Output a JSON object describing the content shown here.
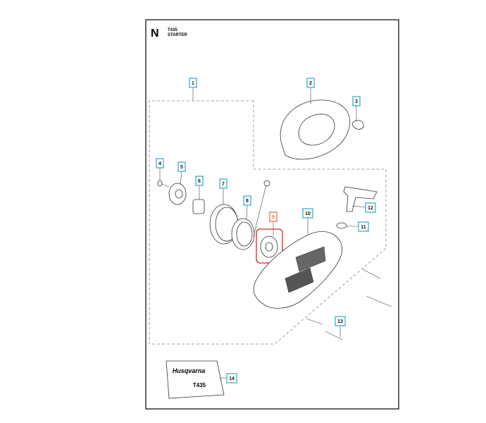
{
  "header": {
    "section_letter": "N",
    "model": "T435",
    "title": "STARTER"
  },
  "callouts": [
    {
      "num": "1"
    },
    {
      "num": "2"
    },
    {
      "num": "3"
    },
    {
      "num": "4"
    },
    {
      "num": "5"
    },
    {
      "num": "6"
    },
    {
      "num": "7"
    },
    {
      "num": "8"
    },
    {
      "num": "9",
      "highlighted": true
    },
    {
      "num": "10"
    },
    {
      "num": "11"
    },
    {
      "num": "12"
    },
    {
      "num": "13"
    },
    {
      "num": "14"
    }
  ],
  "decal": {
    "brand": "Husqvarna",
    "model": "T435"
  },
  "colors": {
    "callout_border": "#3bb0c9",
    "highlight": "#e8744a",
    "highlight_box": "#e02020"
  }
}
